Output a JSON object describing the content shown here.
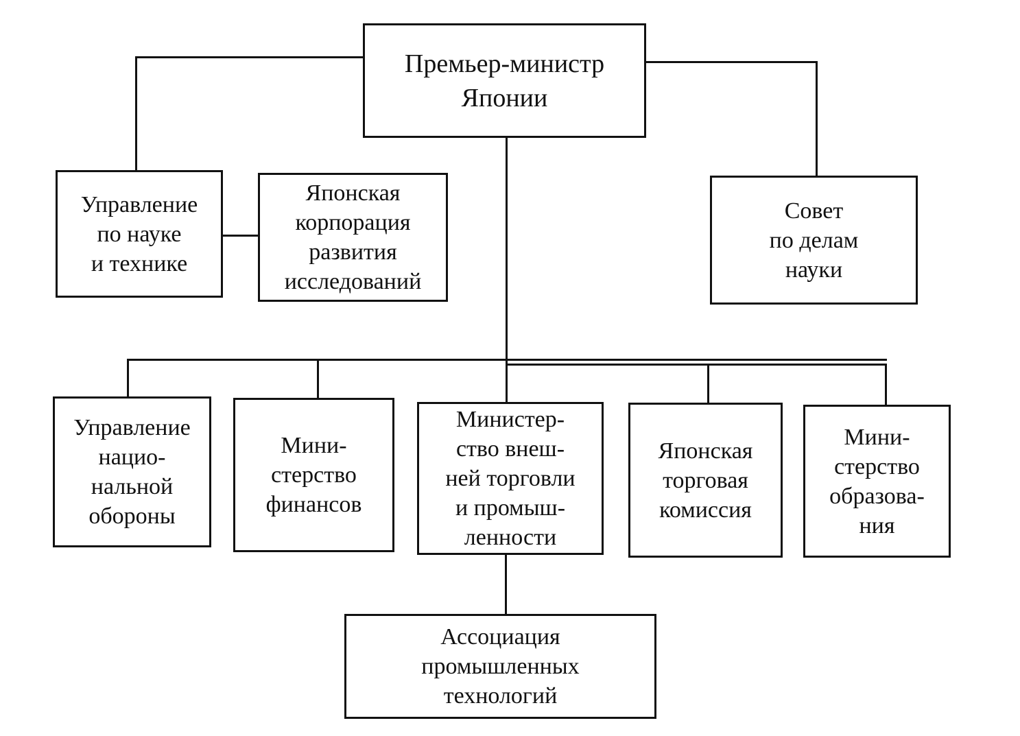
{
  "diagram": {
    "type": "org-chart",
    "nodes": {
      "pm": {
        "lines": [
          "Премьер-министр",
          "Японии"
        ]
      },
      "sci_tech_agency": {
        "lines": [
          "Управление",
          "по науке",
          "и технике"
        ]
      },
      "research_dev_corp": {
        "lines": [
          "Японская",
          "корпорация",
          "развития",
          "исследований"
        ]
      },
      "science_council": {
        "lines": [
          "Совет",
          "по делам",
          "науки"
        ]
      },
      "defense_agency": {
        "lines": [
          "Управление",
          "нацио-",
          "нальной",
          "обороны"
        ]
      },
      "finance_ministry": {
        "lines": [
          "Мини-",
          "стерство",
          "финансов"
        ]
      },
      "miti": {
        "lines": [
          "Министер-",
          "ство внеш-",
          "ней торговли",
          "и промыш-",
          "ленности"
        ]
      },
      "trade_commission": {
        "lines": [
          "Японская",
          "торговая",
          "комиссия"
        ]
      },
      "education_ministry": {
        "lines": [
          "Мини-",
          "стерство",
          "образова-",
          "ния"
        ]
      },
      "industrial_tech_assoc": {
        "lines": [
          "Ассоциация",
          "промышленных",
          "технологий"
        ]
      }
    },
    "edges": [
      [
        "pm",
        "sci_tech_agency"
      ],
      [
        "pm",
        "science_council"
      ],
      [
        "sci_tech_agency",
        "research_dev_corp"
      ],
      [
        "pm",
        "defense_agency"
      ],
      [
        "pm",
        "finance_ministry"
      ],
      [
        "pm",
        "miti"
      ],
      [
        "pm",
        "trade_commission"
      ],
      [
        "pm",
        "education_ministry"
      ],
      [
        "miti",
        "industrial_tech_assoc"
      ]
    ],
    "colors": {
      "line": "#111111",
      "background": "#ffffff"
    }
  }
}
